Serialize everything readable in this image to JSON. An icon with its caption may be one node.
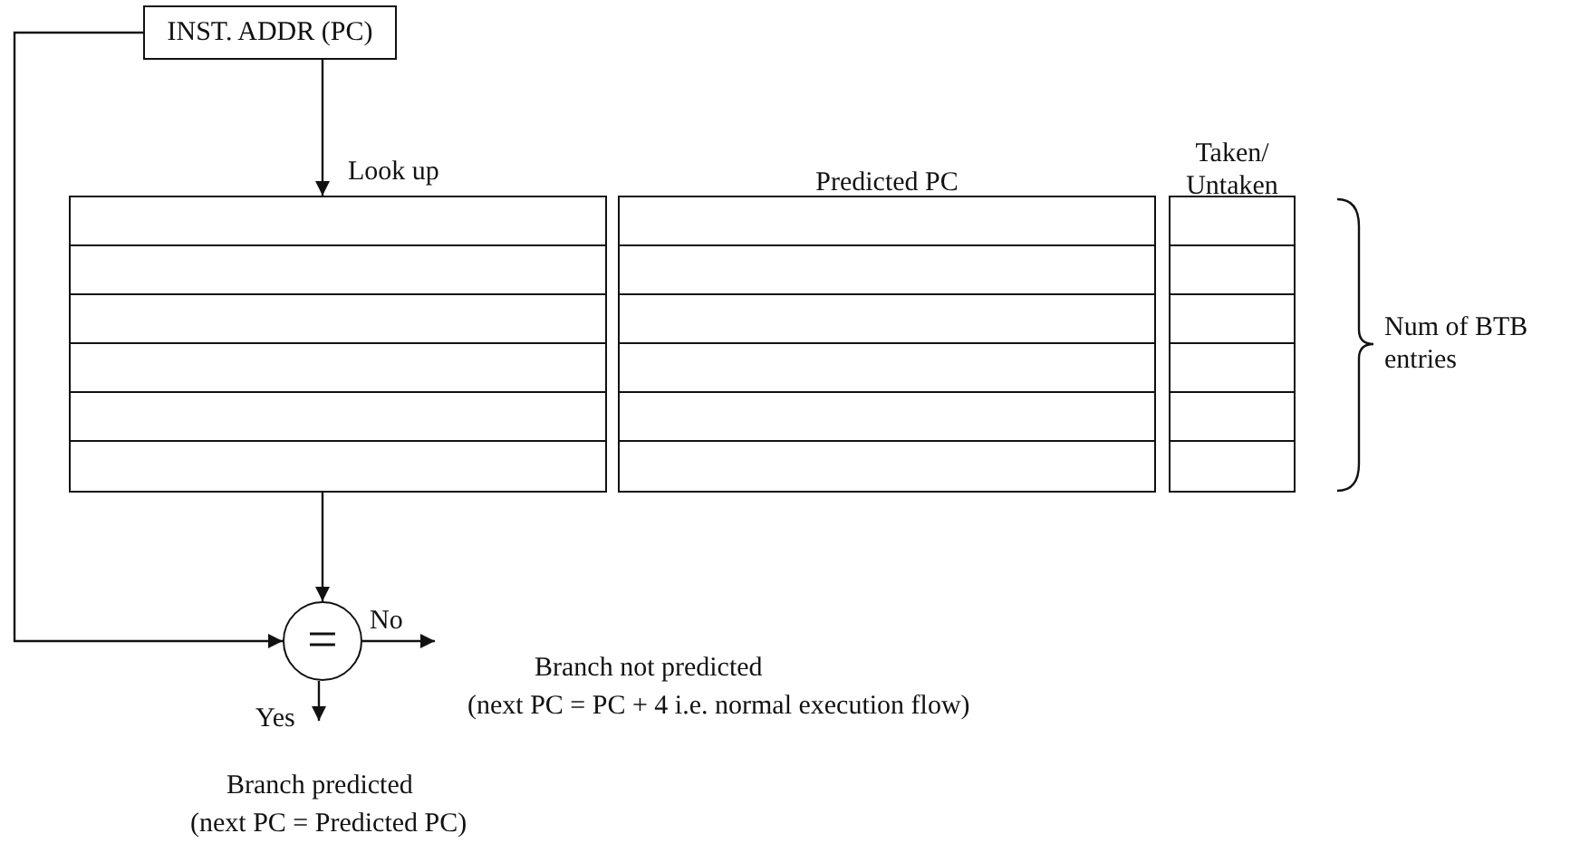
{
  "diagram": {
    "nodes": [
      {
        "text": [
          "INST. ADDR (PC)"
        ]
      },
      {
        "text": [],
        "shape": "box"
      },
      {
        "text": [
          "Predicted PC"
        ]
      },
      {
        "text": [
          "Taken/ Untaken"
        ]
      },
      {
        "text": [
          "="
        ]
      }
    ],
    "edges": [
      {
        "from": 0,
        "to": 1,
        "arrow": "to",
        "label": "Look up"
      },
      {
        "from": 1,
        "to": 4,
        "arrow": "to"
      },
      {
        "from": 0,
        "to": 4,
        "arrow": "to"
      },
      {
        "from": 4,
        "to": null,
        "arrow": "to",
        "label": "No"
      },
      {
        "from": 4,
        "to": null,
        "arrow": "to",
        "label": "Yes"
      }
    ],
    "labels": [
      "Num of BTB entries",
      "Branch not predicted",
      "(next PC = PC + 4 i.e. normal execution flow)",
      "Branch predicted",
      "(next PC = Predicted PC)"
    ]
  }
}
